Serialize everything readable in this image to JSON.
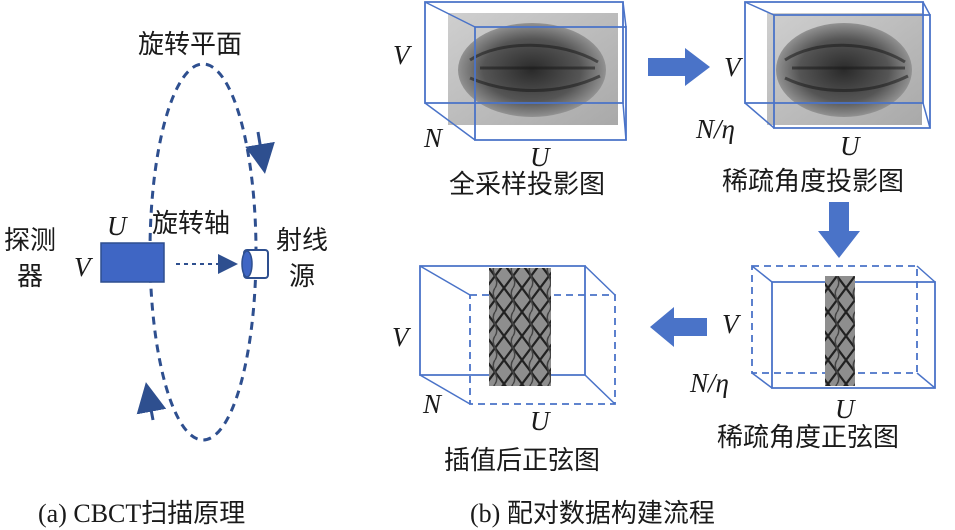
{
  "panel_a": {
    "rotation_plane": "旋转平面",
    "rotation_axis": "旋转轴",
    "detector": [
      "探测",
      "器"
    ],
    "source": [
      "射线",
      "源"
    ],
    "u_label": "U",
    "v_label": "V",
    "caption": "(a) CBCT扫描原理"
  },
  "panel_b": {
    "full_projection": {
      "title": "全采样投影图",
      "v": "V",
      "n": "N",
      "u": "U"
    },
    "sparse_projection": {
      "title": "稀疏角度投影图",
      "v": "V",
      "n": "N/η",
      "u": "U"
    },
    "sparse_sinogram": {
      "title": "稀疏角度正弦图",
      "v": "V",
      "n": "N/η",
      "u": "U"
    },
    "interp_sinogram": {
      "title": "插值后正弦图",
      "v": "V",
      "n": "N",
      "u": "U"
    },
    "caption": "(b) 配对数据构建流程"
  },
  "colors": {
    "accent_blue": "#4a73c8",
    "dashed_blue": "#2e4f8f",
    "detector_fill": "#3f66c4"
  }
}
